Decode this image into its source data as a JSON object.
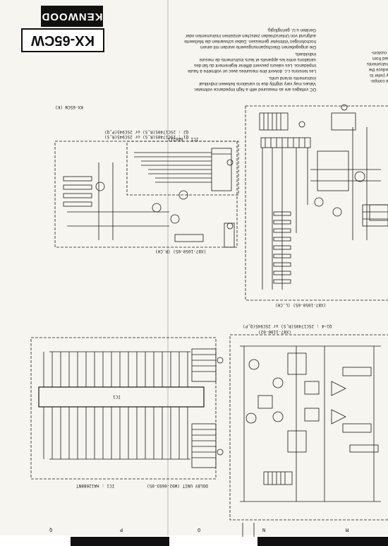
{
  "header": {
    "brand": "KENWOOD",
    "model": "KX-65CW",
    "model_small": "KX-65CW (K)"
  },
  "notes": [
    "DC voltages are as measured with a high impedance voltmeter. Values may vary slightly due to variations between individual instruments or/and units.",
    "Les tensions c.c. doivent être mesurées avec un voltmètre à haute impédance. Les valeurs peuvent différer légèrement du fait des variations entre les appareils et leurs instruments de mesure individuels.",
    "Die angegebenen Gleichspannungswerte wurden mit einem hochohmigen Voltmeter gemessen. Dabei schwanken die Meßwerte aufgrund von Unterschieden zwischen einzelnen Instrumenten oder Geräten u.U. geringfügig."
  ],
  "side_text": [
    "al compo-",
    "ly (refer to",
    "reduce the",
    "instruments",
    "sed from",
    "r custom-"
  ],
  "units": {
    "u1": "(X87-1050-05) (R.CH)",
    "u2": "(X87-1050-05) (L.CH)",
    "u3": "DOLBY UNIT (W02-0693-05)",
    "u4": "(X87-1100-02)"
  },
  "ic_labels": {
    "ic1_top": "IC1 : BA6211",
    "ic1_dolby": "IC1 : HA12088NT",
    "ic1_main": "IC1"
  },
  "transistor_notes": {
    "q_r": "Q2 : 2SC1740S(R,S) or 2SC945(P,Q)",
    "q_s": "Q1 : 2SC1740S(R,S) or 2SC945(R,S)",
    "q_main": "Q1~4 : 2SC1740S(R,S) or 2SC945(Q,P)"
  },
  "zone_labels": [
    "P",
    "O",
    "N",
    "M",
    "Q"
  ],
  "colors": {
    "paper": "#f7f5ef",
    "ink": "#1a1a1a",
    "brand_bg": "#111111"
  }
}
